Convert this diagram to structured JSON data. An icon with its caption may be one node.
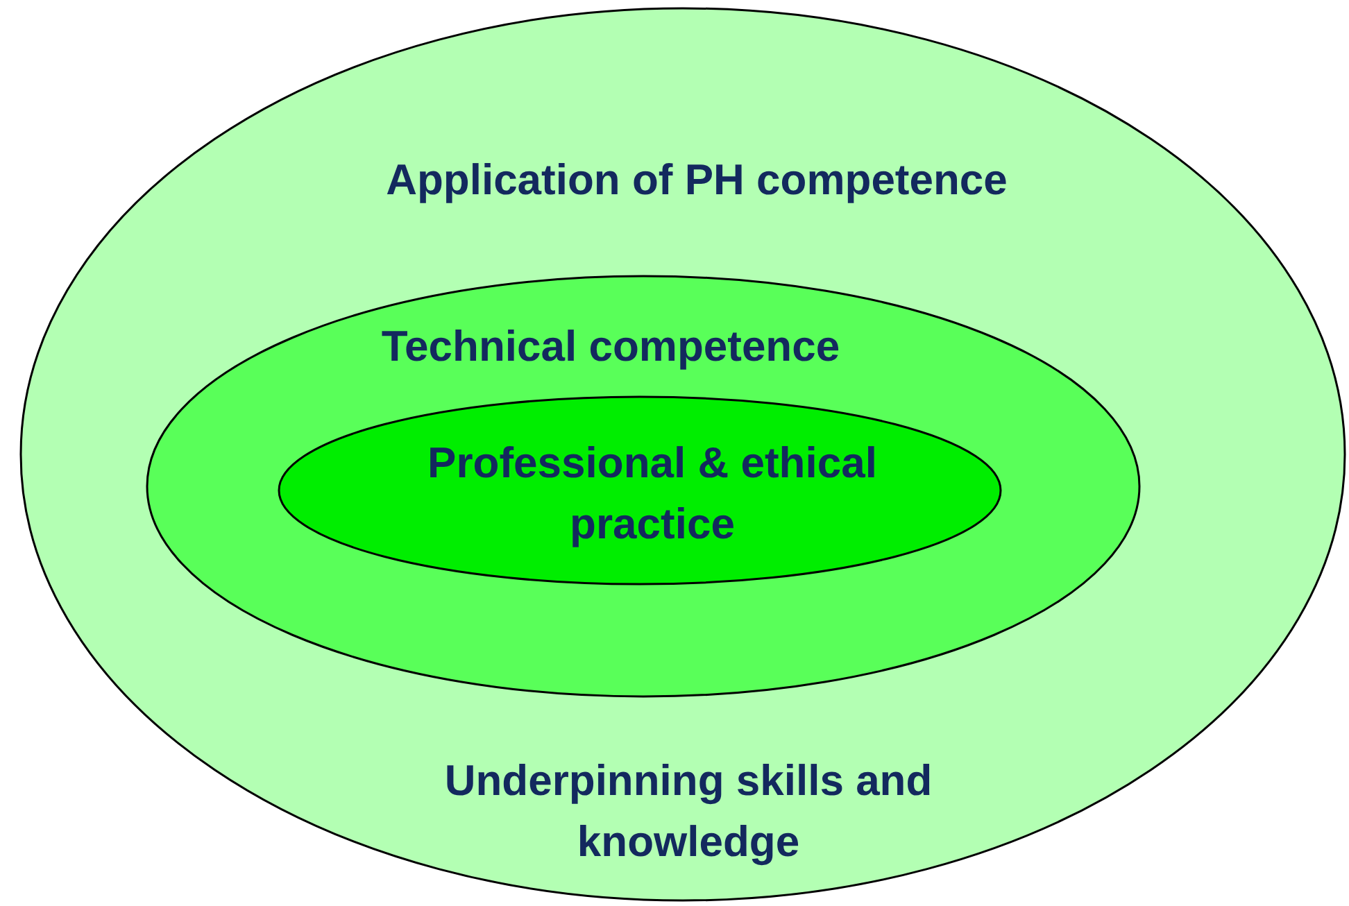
{
  "diagram": {
    "nodes": [
      {
        "text": [
          "Application of PH competence",
          "Underpinning skills and knowledge"
        ]
      },
      {
        "text": [
          "Technical competence"
        ],
        "in": 0
      },
      {
        "text": [
          "Professional & ethical practice"
        ],
        "in": 1
      }
    ]
  }
}
